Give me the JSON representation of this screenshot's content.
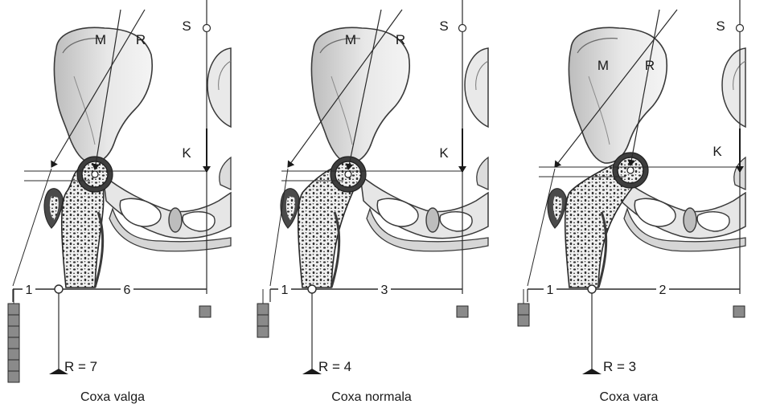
{
  "panels": [
    {
      "id": "valga",
      "caption": "Coxa valga",
      "point_labels": {
        "m": "M",
        "r": "R",
        "s": "S",
        "k": "K"
      },
      "lever": {
        "medial": "1",
        "lateral": "6"
      },
      "resultant": "R = 7",
      "weights": {
        "left_blocks": 7,
        "right_blocks": 1
      }
    },
    {
      "id": "normala",
      "caption": "Coxa normala",
      "point_labels": {
        "m": "M",
        "r": "R",
        "s": "S",
        "k": "K"
      },
      "lever": {
        "medial": "1",
        "lateral": "3"
      },
      "resultant": "R = 4",
      "weights": {
        "left_blocks": 3,
        "right_blocks": 1
      }
    },
    {
      "id": "vara",
      "caption": "Coxa vara",
      "point_labels": {
        "m": "M",
        "r": "R",
        "s": "S",
        "k": "K"
      },
      "lever": {
        "medial": "1",
        "lateral": "2"
      },
      "resultant": "R = 3",
      "weights": {
        "left_blocks": 2,
        "right_blocks": 1
      }
    }
  ],
  "colors": {
    "bone_fill": "#e4e4e4",
    "bone_outline": "#3a3a3a",
    "cortex": "#5a5a5a",
    "line": "#2a2a2a",
    "weight_fill": "#8a8a8a"
  }
}
